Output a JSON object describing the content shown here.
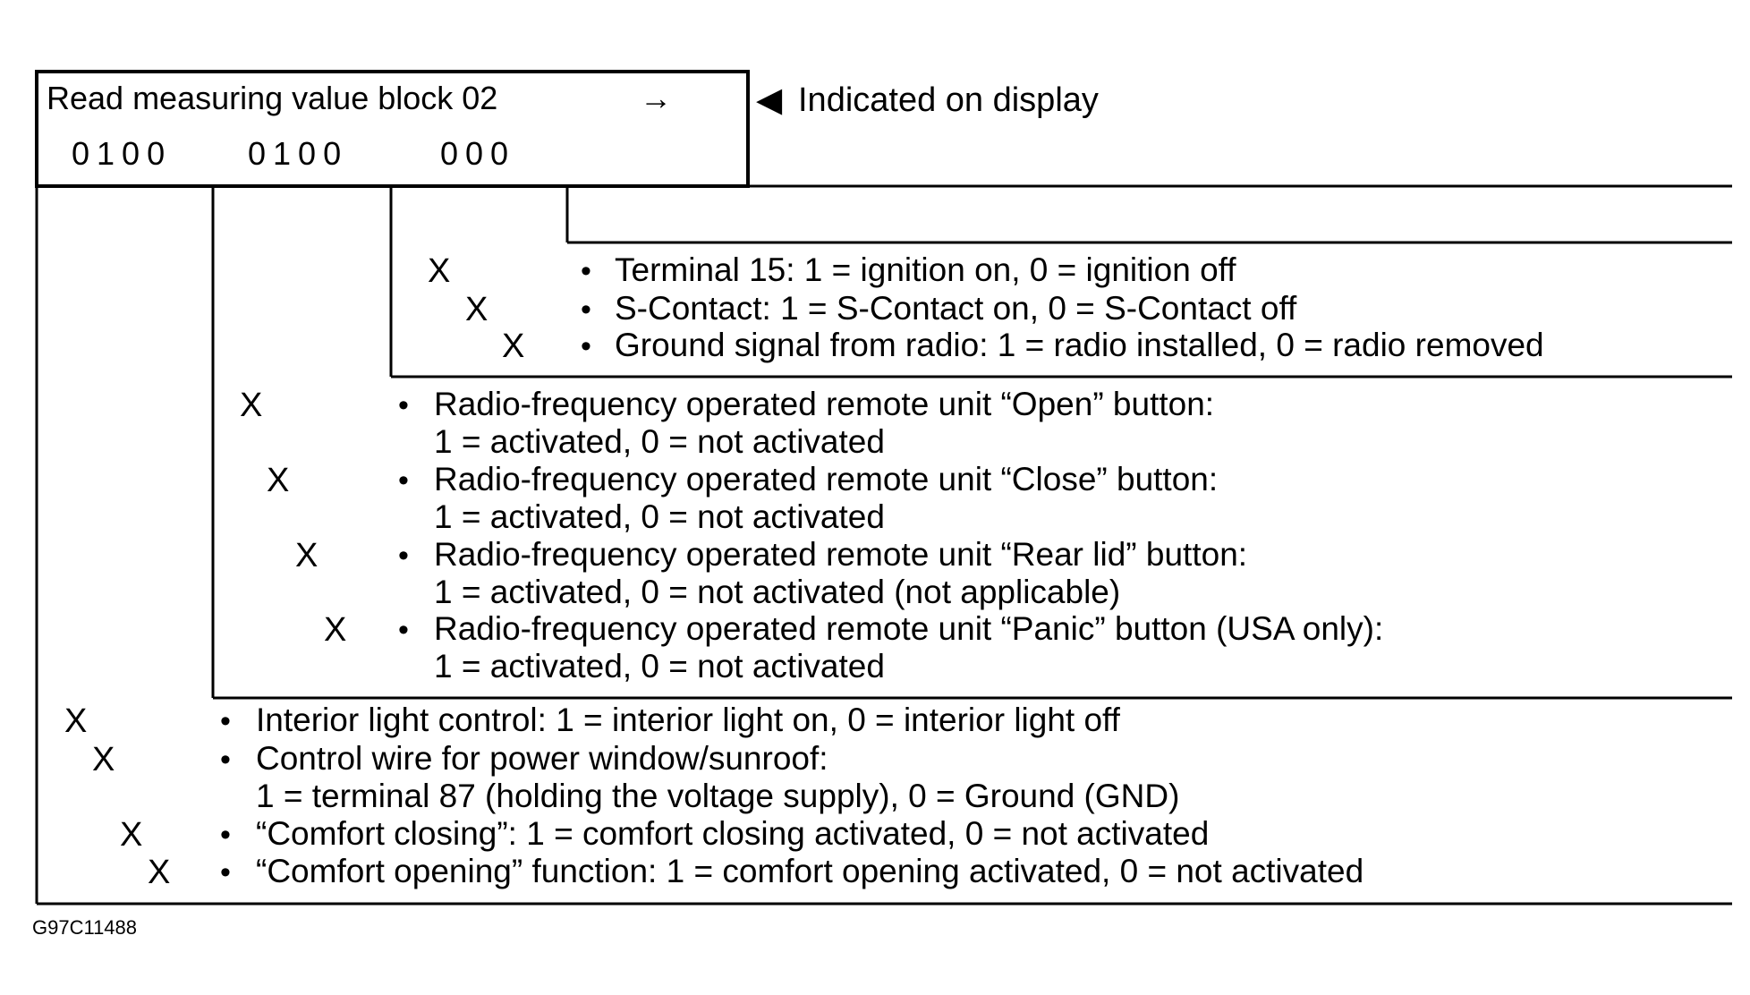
{
  "display": {
    "title": "Read measuring value block 02",
    "arrow": "→",
    "values": [
      "0100",
      "0100",
      "000"
    ]
  },
  "annotation": {
    "pointer": "◀",
    "text": "Indicated on display"
  },
  "bullet": "•",
  "mark": "X",
  "groups": [
    {
      "id": "field3",
      "items": [
        {
          "lines": [
            "Terminal 15:  1 = ignition on, 0 = ignition off"
          ]
        },
        {
          "lines": [
            "S-Contact:  1 = S-Contact on, 0 = S-Contact off"
          ]
        },
        {
          "lines": [
            "Ground signal from radio:  1 = radio installed, 0 = radio removed"
          ]
        }
      ]
    },
    {
      "id": "field2",
      "items": [
        {
          "lines": [
            "Radio-frequency operated remote unit “Open” button:",
            "1 = activated, 0 = not activated"
          ]
        },
        {
          "lines": [
            "Radio-frequency operated remote unit “Close” button:",
            "1 = activated, 0 = not activated"
          ]
        },
        {
          "lines": [
            "Radio-frequency operated remote unit “Rear lid” button:",
            "1 = activated, 0 = not activated (not applicable)"
          ]
        },
        {
          "lines": [
            "Radio-frequency operated remote unit “Panic” button (USA only):",
            "1 = activated, 0 = not activated"
          ]
        }
      ]
    },
    {
      "id": "field1",
      "items": [
        {
          "lines": [
            "Interior light control:  1 = interior light on, 0 = interior light off"
          ]
        },
        {
          "lines": [
            "Control wire for power window/sunroof:",
            "1 = terminal 87 (holding the voltage supply), 0 = Ground (GND)"
          ]
        },
        {
          "lines": [
            "“Comfort closing”:  1 = comfort closing activated, 0 = not activated"
          ]
        },
        {
          "lines": [
            "“Comfort opening” function:  1 = comfort opening activated, 0 = not activated"
          ]
        }
      ]
    }
  ],
  "figure_id": "G97C11488"
}
